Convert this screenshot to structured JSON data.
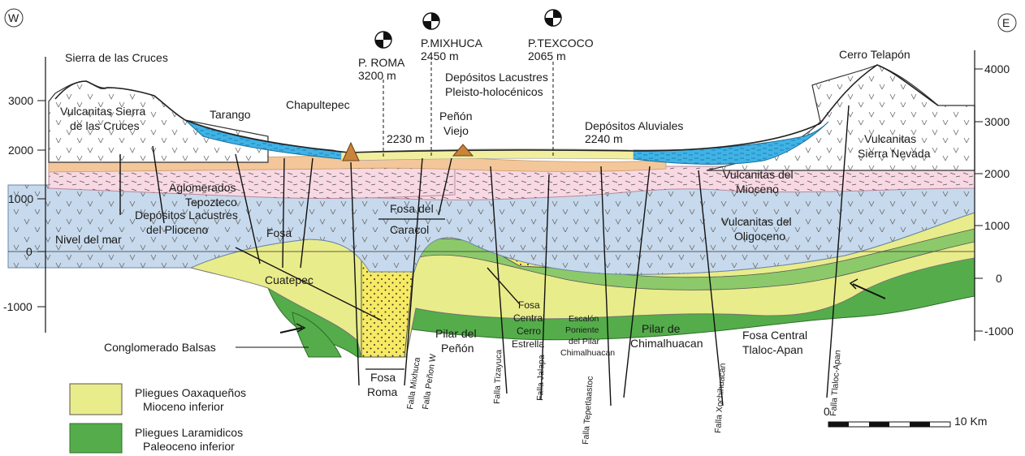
{
  "compass": {
    "west": "W",
    "east": "E"
  },
  "axes": {
    "left_ticks": [
      "3000",
      "2000",
      "1000",
      "0",
      "-1000"
    ],
    "right_ticks": [
      "4000",
      "3000",
      "2000",
      "1000",
      "0",
      "-1000"
    ]
  },
  "wells": [
    {
      "name": "P. ROMA",
      "depth": "3200 m"
    },
    {
      "name": "P.MIXHUCA",
      "depth": "2450 m"
    },
    {
      "name": "P.TEXCOCO",
      "depth": "2065 m"
    }
  ],
  "labels": {
    "sierra_cruces": "Sierra de las Cruces",
    "cerro_telapon": "Cerro Telapón",
    "vulc_cruces_1": "Vulcanitas Sierra",
    "vulc_cruces_2": "de las Cruces",
    "tarango": "Tarango",
    "chapultepec": "Chapultepec",
    "penon_1": "Peñón",
    "penon_2": "Viejo",
    "dep_lac_pleisto_1": "Depósitos Lacustres",
    "dep_lac_pleisto_2": "Pleisto-holocénicos",
    "dep_aluviales": "Depósitos Aluviales",
    "elev_2230": "2230 m",
    "elev_2240": "2240 m",
    "vulc_nevada_1": "Vulcanitas",
    "vulc_nevada_2": "Sierra Nevada",
    "aglomerados": "Aglomerados",
    "tepozteco": "Tepozteco",
    "vulc_mioceno_1": "Vulcanitas del",
    "vulc_mioceno_2": "Mioceno",
    "dep_lac_plio_1": "Depósitos Lacustres",
    "dep_lac_plio_2": "del Plioceno",
    "fosa": "Fosa",
    "fosa_caracol_1": "Fosa del",
    "fosa_caracol_2": "Caracol",
    "vulc_oligoceno_1": "Vulcanitas del",
    "vulc_oligoceno_2": "Oligoceno",
    "nivel_mar": "Nivel del mar",
    "cuatepec": "Cuatepec",
    "conglomerado": "Conglomerado Balsas",
    "fosa_roma_1": "Fosa",
    "fosa_roma_2": "Roma",
    "pilar_penon_1": "Pilar del",
    "pilar_penon_2": "Peñón",
    "fosa_central_1": "Fosa",
    "fosa_central_2": "Central",
    "fosa_central_3": "Cerro",
    "fosa_central_4": "Estrella",
    "escalon_1": "Escalón",
    "escalon_2": "Poniente",
    "escalon_3": "del Pilar",
    "escalon_4": "Chimalhuacan",
    "pilar_chimal_1": "Pilar de",
    "pilar_chimal_2": "Chimalhuacan",
    "fosa_tlaloc_1": "Fosa Central",
    "fosa_tlaloc_2": "Tlaloc-Apan"
  },
  "faults": [
    "Falla Mixhuca",
    "Falla Peñon W",
    "Falla Tizayuca",
    "Falla Jalapa",
    "Falla Tepetlaastoc",
    "Falla Xochihuacan",
    "Falla Tlaloc-Apan"
  ],
  "legend": [
    {
      "line1": "Pliegues Oaxaqueños",
      "line2": "Mioceno inferior",
      "color": "#e9ec8a"
    },
    {
      "line1": "Pliegues Laramidicos",
      "line2": "Paleoceno inferior",
      "color": "#54ad4a"
    }
  ],
  "scale_bar": {
    "start": "0",
    "end": "10 Km"
  },
  "colors": {
    "lacustre_blue": "#3fb3e6",
    "vulc_blue": "#c7d9ec",
    "vulc_pink": "#f8d8e3",
    "plioceno_orange": "#f3c79a",
    "yellow_sand": "#f7ea63",
    "oaxaca_yellow": "#e9ec8a",
    "laramide_green": "#54ad4a",
    "cone_brown": "#c8843a"
  }
}
